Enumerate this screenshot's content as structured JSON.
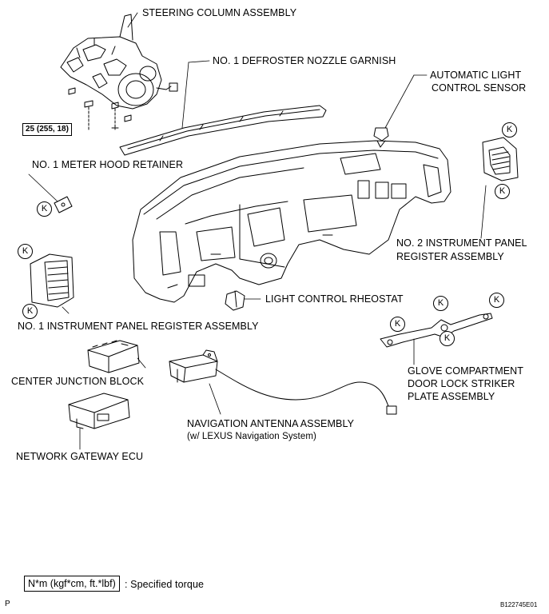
{
  "labels": {
    "steering_column": "STEERING COLUMN ASSEMBLY",
    "defroster_garnish": "NO. 1 DEFROSTER NOZZLE GARNISH",
    "auto_light_sensor_1": "AUTOMATIC LIGHT",
    "auto_light_sensor_2": "CONTROL SENSOR",
    "meter_hood_retainer": "NO. 1 METER HOOD RETAINER",
    "no2_register_1": "NO. 2 INSTRUMENT PANEL",
    "no2_register_2": "REGISTER ASSEMBLY",
    "light_rheostat": "LIGHT CONTROL RHEOSTAT",
    "no1_register": "NO. 1 INSTRUMENT PANEL REGISTER ASSEMBLY",
    "center_junction": "CENTER JUNCTION BLOCK",
    "glove_1": "GLOVE COMPARTMENT",
    "glove_2": "DOOR LOCK STRIKER",
    "glove_3": "PLATE ASSEMBLY",
    "nav_antenna_1": "NAVIGATION ANTENNA ASSEMBLY",
    "nav_antenna_2": "(w/ LEXUS Navigation System)",
    "gateway_ecu": "NETWORK GATEWAY ECU"
  },
  "torque_value": "25 (255, 18)",
  "clip_marker": "K",
  "legend": {
    "unit_box": "N*m (kgf*cm, ft.*lbf)",
    "unit_desc": ": Specified torque"
  },
  "corner": {
    "left": "P",
    "right": "B122745E01"
  }
}
